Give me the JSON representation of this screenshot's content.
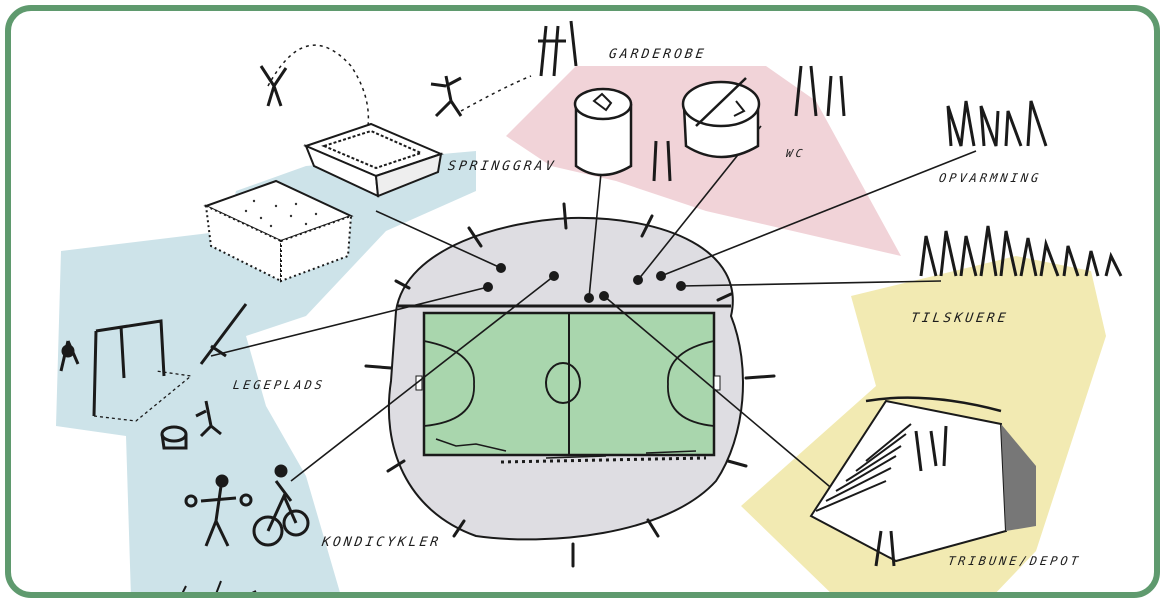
{
  "colors": {
    "frame": "#5f9a6e",
    "zone_blue": "#cde3e9",
    "zone_pink": "#f1d3d8",
    "zone_yellow": "#f2eab2",
    "arena_fill": "#dedde2",
    "court_fill": "#a9d6ad",
    "ink": "#1a1a1a"
  },
  "labels": {
    "garderobe": "GARDEROBE",
    "springgrav": "SPRINGGRAV",
    "wc": "WC",
    "opvarmning": "OPVARMNING",
    "tilskuere": "TILSKUERE",
    "legeplads": "LEGEPLADS",
    "kondicykler": "KONDICYKLER",
    "tribune_depot": "TRIBUNE/DEPOT"
  },
  "icons": [
    "trampoline-icon",
    "sandpit-icon",
    "playground-swing-icon",
    "seesaw-icon",
    "cyclist-icon",
    "locker-room-icon",
    "wc-icon",
    "spectators-icon",
    "grandstand-icon",
    "people-icon"
  ]
}
